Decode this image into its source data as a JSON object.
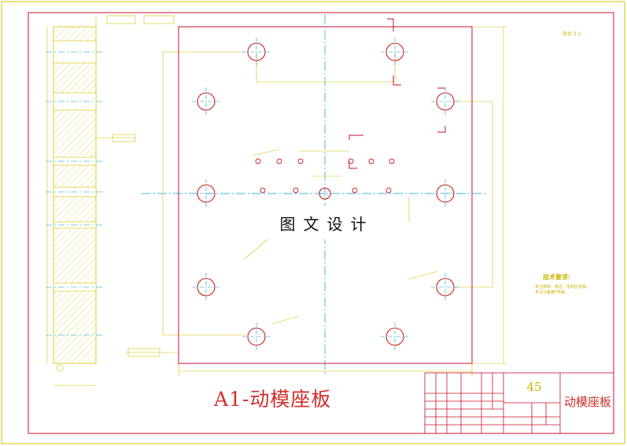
{
  "drawing": {
    "caption": "A1-动模座板",
    "watermark": "图文设计",
    "title_block": {
      "material": "45",
      "part_name": "动模座板"
    },
    "technical_requirements": {
      "title": "技术要求:",
      "notes": [
        "未注倒角、锐边、毛刺应去除。",
        "未注公差按IT8级。"
      ]
    },
    "roughness_note": "其余 3.2",
    "colors": {
      "border": "#c8102e",
      "dimension": "#d4c000",
      "centerline": "#00a0c8",
      "hole": "#d02020",
      "hatch": "#d4c000"
    }
  }
}
